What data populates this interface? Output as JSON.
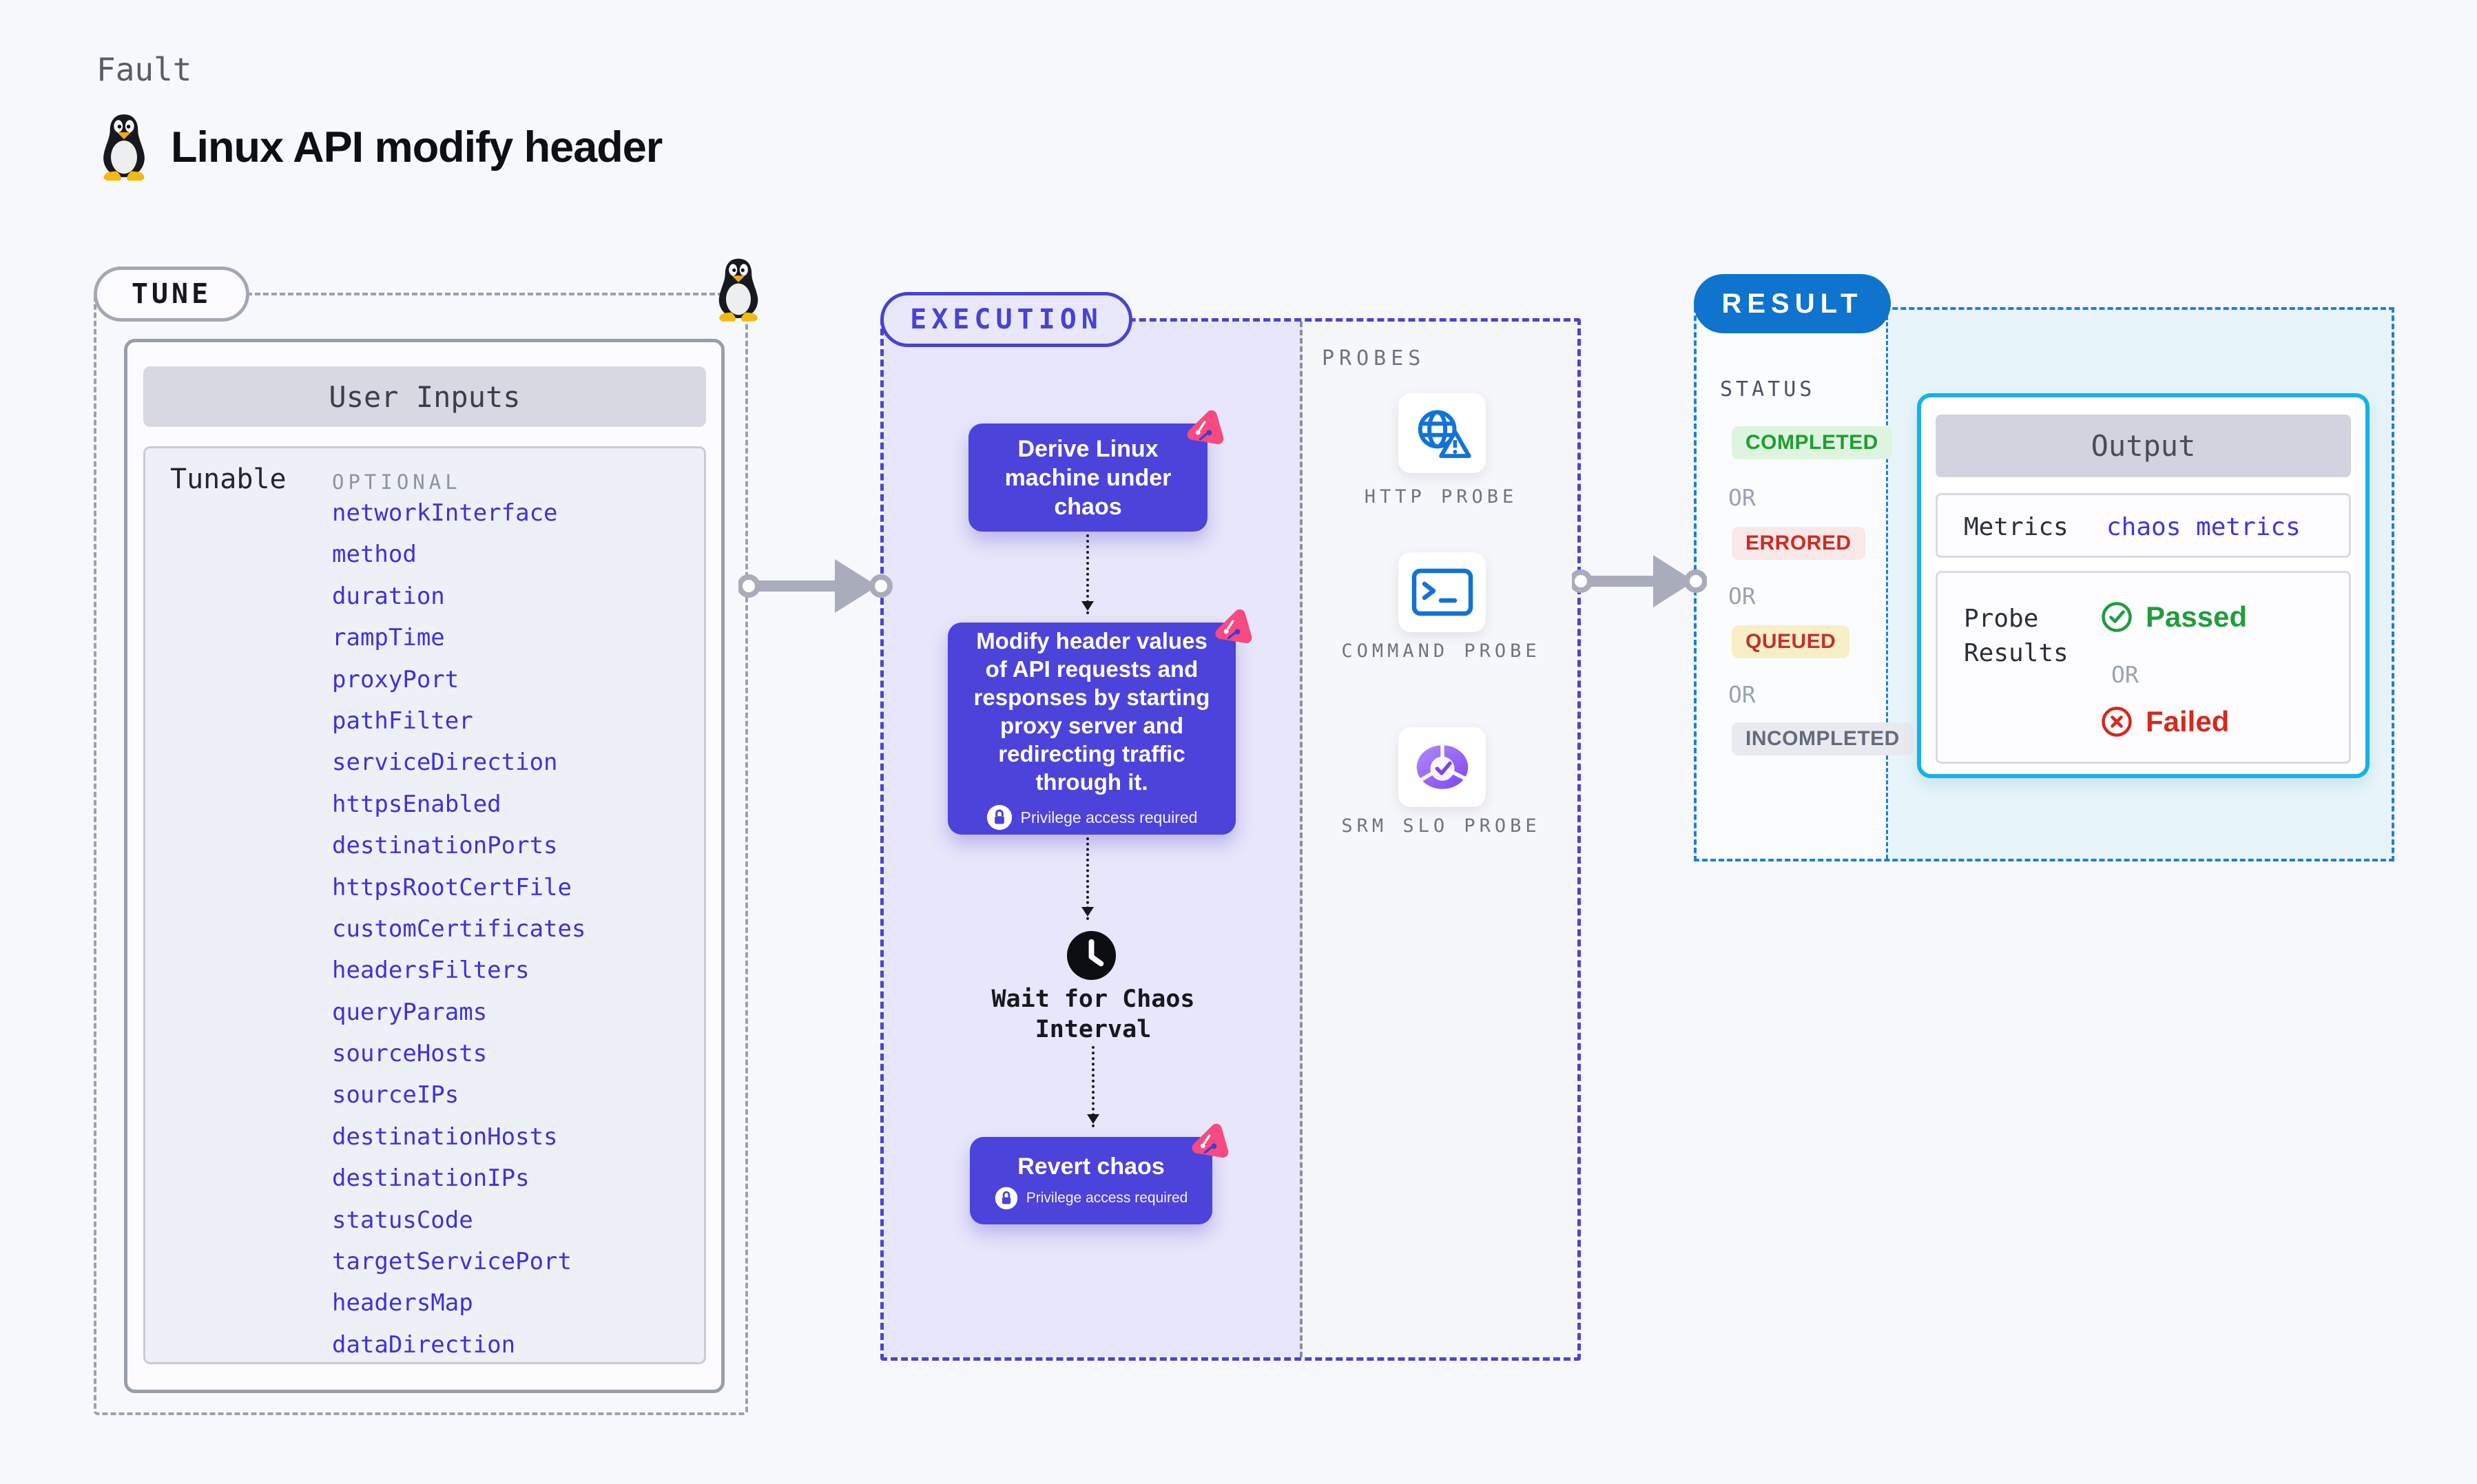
{
  "header": {
    "kicker": "Fault",
    "title": "Linux API modify header"
  },
  "tune": {
    "pill": "TUNE",
    "card_title": "User Inputs",
    "row_label": "Tunable",
    "optional_label": "OPTIONAL",
    "params": [
      "networkInterface",
      "method",
      "duration",
      "rampTime",
      "proxyPort",
      "pathFilter",
      "serviceDirection",
      "httpsEnabled",
      "destinationPorts",
      "httpsRootCertFile",
      "customCertificates",
      "headersFilters",
      "queryParams",
      "sourceHosts",
      "sourceIPs",
      "destinationHosts",
      "destinationIPs",
      "statusCode",
      "targetServicePort",
      "headersMap",
      "dataDirection"
    ]
  },
  "execution": {
    "pill": "EXECUTION",
    "node_derive": "Derive Linux machine under chaos",
    "node_modify": "Modify header values of API requests and responses by starting proxy server and redirecting traffic through it.",
    "privilege_badge": "Privilege access required",
    "wait_label": "Wait for Chaos Interval",
    "node_revert": "Revert chaos"
  },
  "probes": {
    "title": "PROBES",
    "items": [
      {
        "label": "HTTP PROBE",
        "icon": "globe-alert-icon"
      },
      {
        "label": "COMMAND PROBE",
        "icon": "terminal-icon"
      },
      {
        "label": "SRM SLO PROBE",
        "icon": "slo-donut-icon"
      }
    ]
  },
  "result": {
    "pill": "RESULT",
    "status_title": "STATUS",
    "or": "OR",
    "statuses": [
      {
        "label": "COMPLETED",
        "type": "success"
      },
      {
        "label": "ERRORED",
        "type": "error"
      },
      {
        "label": "QUEUED",
        "type": "warning"
      },
      {
        "label": "INCOMPLETED",
        "type": "muted"
      }
    ],
    "output": {
      "title": "Output",
      "metrics_label": "Metrics",
      "metrics_value": "chaos metrics",
      "probe_results_label": "Probe Results",
      "passed": "Passed",
      "failed": "Failed"
    }
  },
  "colors": {
    "accent_indigo": "#4c43d8",
    "node_indigo": "#4c43db",
    "accent_blue": "#0e74cd",
    "accent_cyan": "#15b2e8",
    "param_blue": "#3e31de",
    "success_green": "#1f9e3b",
    "error_red": "#d7281d",
    "queued_bg": "#f8efc7",
    "chaos_pink": "#f64a80",
    "probe_icon_blue": "#1273d6",
    "slo_purple": "#7c44f0"
  }
}
